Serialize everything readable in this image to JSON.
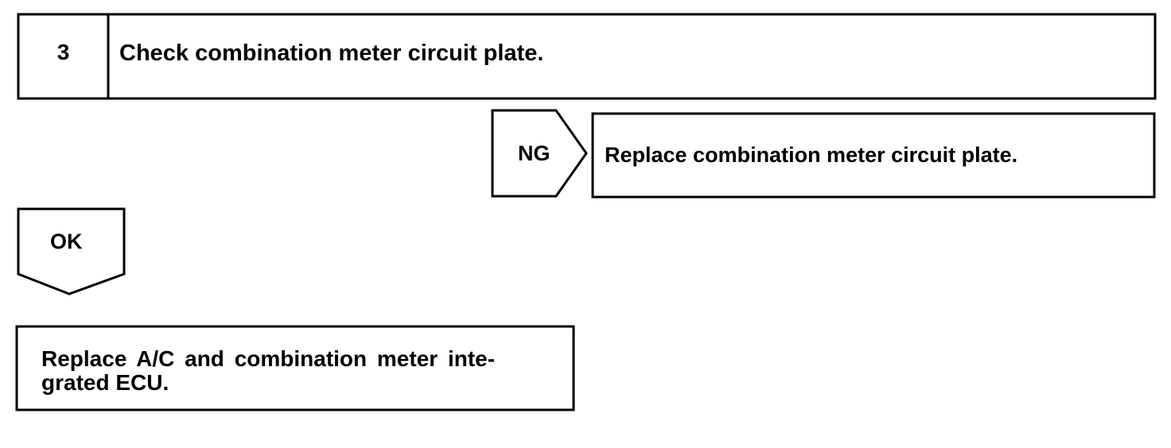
{
  "step": {
    "number": "3",
    "title": "Check combination meter circuit plate."
  },
  "ng_branch": {
    "label": "NG",
    "action": "Replace combination meter circuit plate."
  },
  "ok_branch": {
    "label": "OK",
    "action_lines": [
      "Replace A/C and combination meter inte-",
      "grated ECU."
    ]
  },
  "colors": {
    "line": "#000000",
    "background": "#ffffff"
  }
}
